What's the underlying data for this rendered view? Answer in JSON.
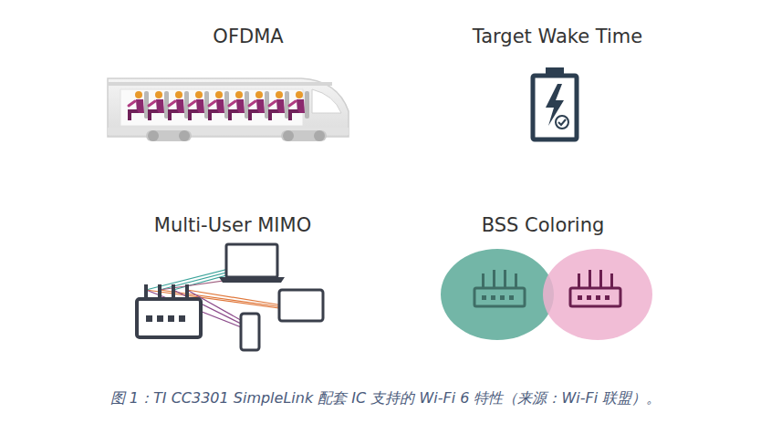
{
  "diagram": {
    "caption": "图 1：TI CC3301 SimpleLink 配套 IC 支持的 Wi-Fi 6 特性（来源：Wi-Fi 联盟）。",
    "labels": [
      "OFDMA",
      "Target Wake Time",
      "Multi-User MIMO",
      "BSS Coloring"
    ]
  }
}
